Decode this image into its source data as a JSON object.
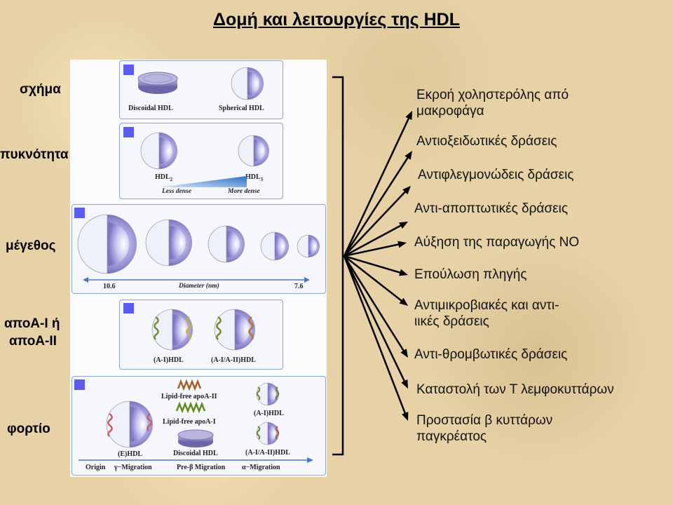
{
  "title": "Δομή και λειτουργίες της HDL",
  "row_labels": {
    "shape": "σχήμα",
    "density": "πυκνότητα",
    "size": "μέγεθος",
    "apo_line1": "αποA-I ή",
    "apo_line2": "αποA-II",
    "charge": "φορτίο"
  },
  "panels": {
    "shape": {
      "discoidal": "Discoidal HDL",
      "spherical": "Spherical HDL"
    },
    "density": {
      "hdl2": "HDL",
      "hdl2_sub": "2",
      "hdl3": "HDL",
      "hdl3_sub": "3",
      "less": "Less dense",
      "more": "More dense"
    },
    "size": {
      "left": "10.6",
      "axis": "Diameter (nm)",
      "right": "7.6"
    },
    "apo": {
      "ai": "(A-I)HDL",
      "aiaii": "(A-I/A-II)HDL"
    },
    "charge": {
      "free_apoaii": "Lipid-free apoA-II",
      "free_apoai": "Lipid-free apoA-I",
      "ehdl": "(E)HDL",
      "discoidal": "Discoidal HDL",
      "aihdl": "(A-I)HDL",
      "aiaiihdl": "(A-I/A-II)HDL",
      "origin": "Origin",
      "gamma": "γ−Migration",
      "prebeta": "Pre-β Migration",
      "alpha": "α−Migration"
    }
  },
  "functions": [
    "Εκροή χοληστερόλης από\nμακροφάγα",
    "Αντιοξειδωτικές δράσεις",
    "Αντιφλεγμονώδεις δράσεις",
    "Αντι-αποπτωτικές δράσεις",
    "Αύξηση της παραγωγής NO",
    "Επούλωση πληγής",
    "Αντιμικροβιακές και αντι-\nιικές δράσεις",
    "Αντι-θρομβωτικές δράσεις",
    "Καταστολή των Τ λεμφοκυττάρων",
    "Προστασία β κυττάρων\nπαγκρέατος"
  ],
  "colors": {
    "panel_border": "#8aa6cf",
    "marker": "#5b5bf0",
    "sphere": "#9d98d6",
    "arrow": "#000000"
  }
}
